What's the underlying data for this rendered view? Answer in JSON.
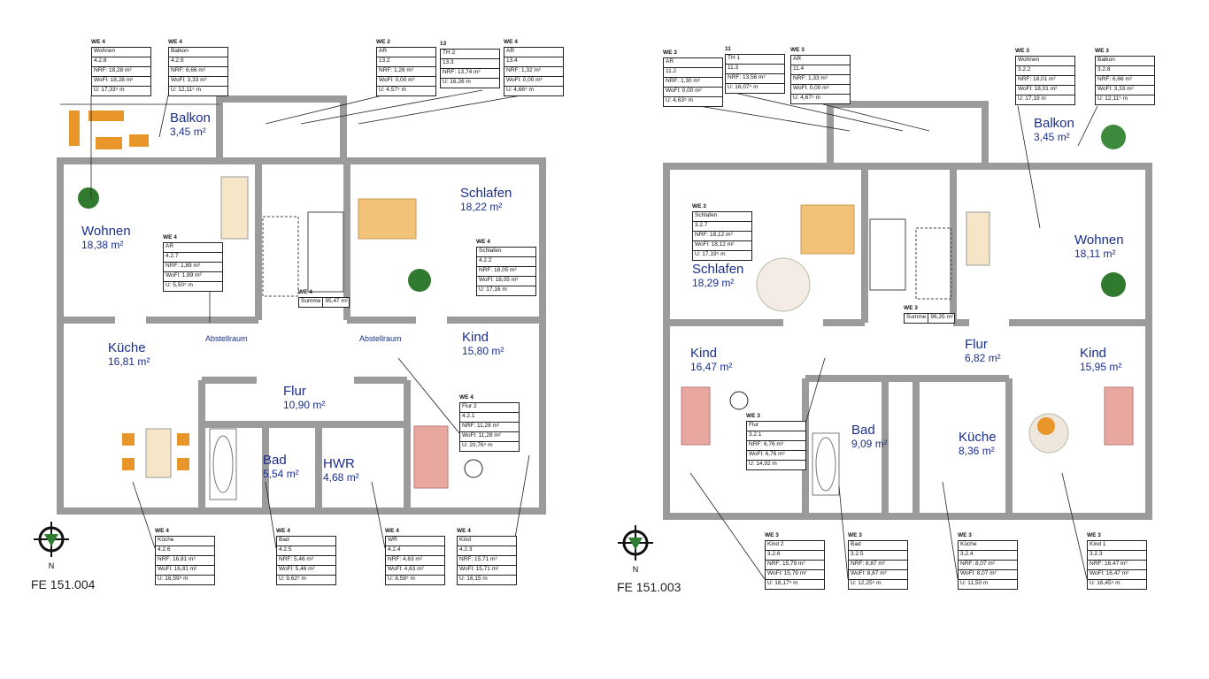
{
  "plans": [
    {
      "code": "FE 151.004",
      "compass_label": "N",
      "rooms": [
        {
          "name": "Balkon",
          "area": "3,45 m²"
        },
        {
          "name": "Wohnen",
          "area": "18,38 m²"
        },
        {
          "name": "Schlafen",
          "area": "18,22 m²"
        },
        {
          "name": "Küche",
          "area": "16,81 m²"
        },
        {
          "name": "Kind",
          "area": "15,80 m²"
        },
        {
          "name": "Flur",
          "area": "10,90 m²"
        },
        {
          "name": "Bad",
          "area": "5,54 m²"
        },
        {
          "name": "HWR",
          "area": "4,68 m²"
        }
      ],
      "small_labels": [
        "Abstellraum",
        "Abstellraum"
      ],
      "tags": [
        {
          "unit": "WE 4",
          "rows": [
            "Wohnen",
            "4.2.8",
            "NRF: 18,28 m²",
            "WoFl: 18,28 m²",
            "U:    17,33⁵ m"
          ]
        },
        {
          "unit": "WE 4",
          "rows": [
            "Balkon",
            "4.2.9",
            "NRF: 6,66 m²",
            "WoFl: 3,33 m²",
            "U:   12,11⁵ m"
          ]
        },
        {
          "unit": "WE 2",
          "rows": [
            "AR",
            "13.2",
            "NRF: 1,26 m²",
            "WoFl: 0,00 m²",
            "U:   4,57⁵ m"
          ]
        },
        {
          "unit": "13",
          "rows": [
            "TH 2",
            "13.3",
            "NRF: 13,74 m²",
            "U:    16,26 m"
          ]
        },
        {
          "unit": "WE 4",
          "rows": [
            "AR",
            "13.4",
            "NRF: 1,32 m²",
            "WoFl: 0,00 m²",
            "U:   4,66⁵ m"
          ]
        },
        {
          "unit": "WE 4",
          "rows": [
            "AR",
            "4.2.7",
            "NRF: 1,89 m²",
            "WoFl: 1,89 m²",
            "U:    5,50⁵ m"
          ]
        },
        {
          "unit": "WE 4",
          "rows": [
            "Schlafen",
            "4.2.2",
            "NRF: 18,05 m²",
            "WoFl: 18,05 m²",
            "U:    17,16 m"
          ]
        },
        {
          "unit": "WE 4",
          "rows": [
            "Flur 2",
            "4.2.1",
            "NRF: 11,28 m²",
            "WoFl: 11,28 m²",
            "U:    20,76⁵ m"
          ]
        },
        {
          "unit": "WE 4",
          "rows": [
            "Küche",
            "4.2.6",
            "NRF: 16,81 m²",
            "WoFl: 16,81 m²",
            "U:    16,59⁵ m"
          ]
        },
        {
          "unit": "WE 4",
          "rows": [
            "Bad",
            "4.2.5",
            "NRF: 5,46 m²",
            "WoFl: 5,46 m²",
            "U:    9,62⁵ m"
          ]
        },
        {
          "unit": "WE 4",
          "rows": [
            "WR",
            "4.2.4",
            "NRF: 4,63 m²",
            "WoFl: 4,63 m²",
            "U:    8,58⁵ m"
          ]
        },
        {
          "unit": "WE 4",
          "rows": [
            "Kind",
            "4.2.3",
            "NRF: 15,71 m²",
            "WoFl: 15,71 m²",
            "U:    16,15 m"
          ]
        }
      ],
      "summary": {
        "unit": "WE 4",
        "label": "Summe",
        "value": "95,47 m²"
      }
    },
    {
      "code": "FE 151.003",
      "compass_label": "N",
      "rooms": [
        {
          "name": "Balkon",
          "area": "3,45 m²"
        },
        {
          "name": "Wohnen",
          "area": "18,11 m²"
        },
        {
          "name": "Schlafen",
          "area": "18,29 m²"
        },
        {
          "name": "Kind",
          "area": "16,47 m²"
        },
        {
          "name": "Flur",
          "area": "6,82 m²"
        },
        {
          "name": "Kind",
          "area": "15,95 m²"
        },
        {
          "name": "Bad",
          "area": "9,09 m²"
        },
        {
          "name": "Küche",
          "area": "8,36 m²"
        }
      ],
      "tags": [
        {
          "unit": "WE 3",
          "rows": [
            "AR",
            "11.2",
            "NRF: 1,30 m²",
            "WoFl: 0,00 m²",
            "U:   4,63⁵ m"
          ]
        },
        {
          "unit": "11",
          "rows": [
            "TH 1",
            "11.3",
            "NRF: 13,56 m²",
            "U:    16,07⁵ m"
          ]
        },
        {
          "unit": "WE 3",
          "rows": [
            "AR",
            "11.4",
            "NRF: 1,33 m²",
            "WoFl: 0,00 m²",
            "U:   4,67⁵ m"
          ]
        },
        {
          "unit": "WE 3",
          "rows": [
            "Wohnen",
            "3.2.2",
            "NRF: 18,01 m²",
            "WoFl: 18,01 m²",
            "U:    17,19 m"
          ]
        },
        {
          "unit": "WE 3",
          "rows": [
            "Balkon",
            "3.2.8",
            "NRF: 6,66 m²",
            "WoFl: 3,33 m²",
            "U:   12,11⁵ m"
          ]
        },
        {
          "unit": "WE 3",
          "rows": [
            "Schlafen",
            "3.2.7",
            "NRF: 18,12 m²",
            "WoFl: 18,12 m²",
            "U:    17,19⁵ m"
          ]
        },
        {
          "unit": "WE 3",
          "rows": [
            "Flur",
            "3.2.1",
            "NRF: 6,76 m²",
            "WoFl: 6,76 m²",
            "U:    14,92 m"
          ]
        },
        {
          "unit": "WE 3",
          "rows": [
            "Kind 2",
            "3.2.6",
            "NRF: 15,79 m²",
            "WoFl: 15,79 m²",
            "U:    16,17⁵ m"
          ]
        },
        {
          "unit": "WE 3",
          "rows": [
            "Bad",
            "3.2.5",
            "NRF: 8,87 m²",
            "WoFl: 8,87 m²",
            "U:    12,25⁵ m"
          ]
        },
        {
          "unit": "WE 3",
          "rows": [
            "Küche",
            "3.2.4",
            "NRF: 8,07 m²",
            "WoFl: 8,07 m²",
            "U:    11,50 m"
          ]
        },
        {
          "unit": "WE 3",
          "rows": [
            "Kind 1",
            "3.2.3",
            "NRF: 16,47 m²",
            "WoFl: 16,47 m²",
            "U:    16,45⁵ m"
          ]
        }
      ],
      "summary": {
        "unit": "WE 3",
        "label": "Summe",
        "value": "96,25 m²"
      }
    }
  ],
  "colors": {
    "wall": "#9b9b9b",
    "label": "#1a2f8c",
    "accent_orange": "#e8952a",
    "bed_pink": "#e8a8a0"
  }
}
